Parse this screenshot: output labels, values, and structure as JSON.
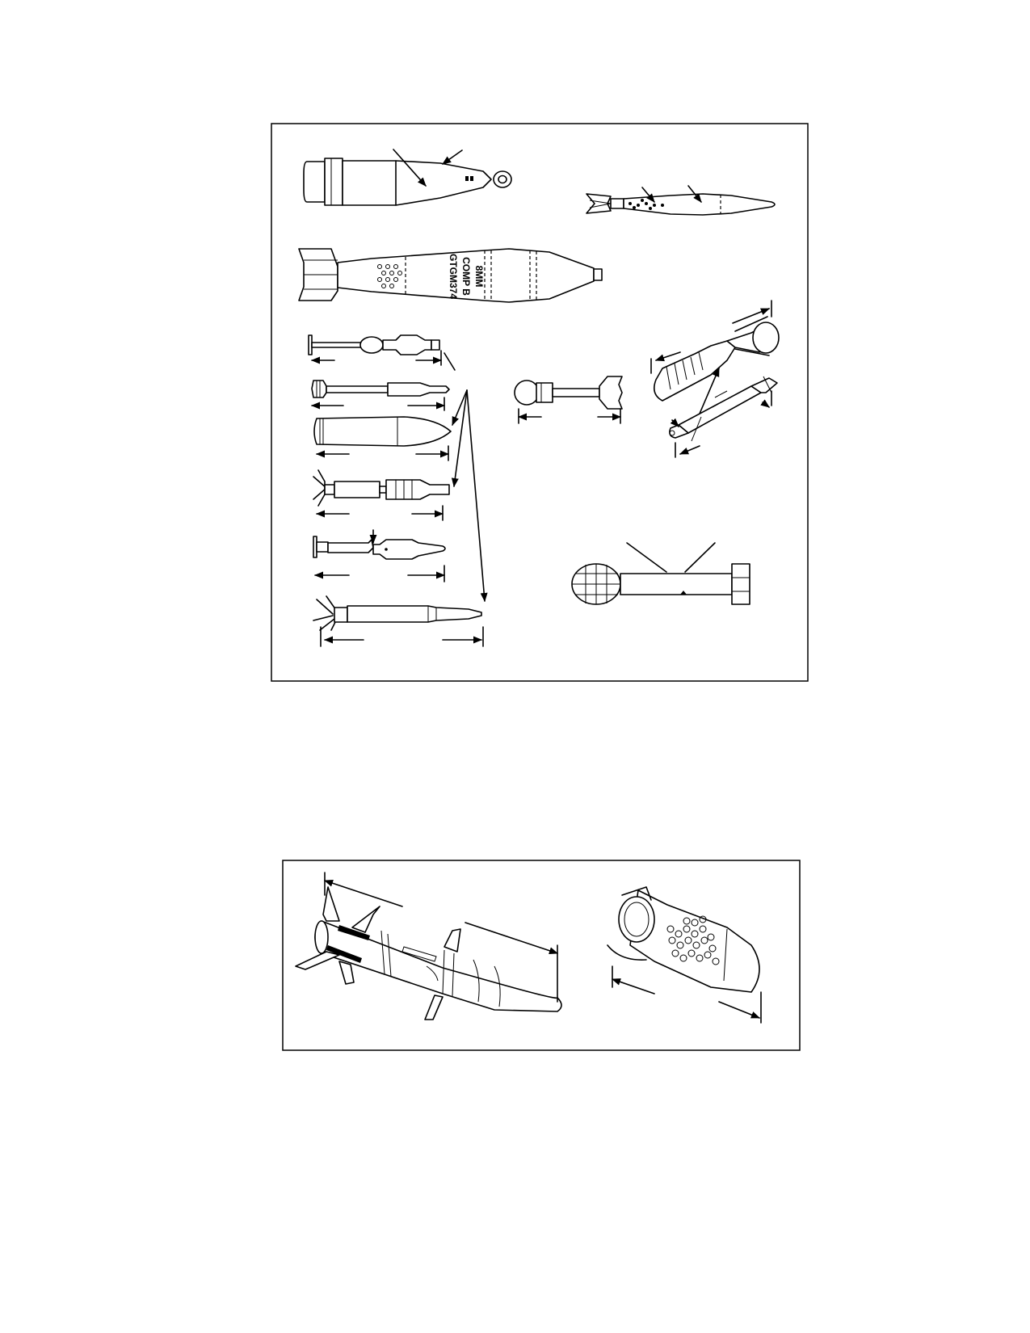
{
  "figures": [
    {
      "id": "ordnance-identification-plate-1",
      "items": [
        {
          "id": "rifle-grenade"
        },
        {
          "id": "finned-mortar-small"
        },
        {
          "id": "finned-mortar-large",
          "markings": [
            "8MM",
            "COMP B",
            "GTGM374"
          ]
        },
        {
          "id": "stick-projectile-1"
        },
        {
          "id": "stick-projectile-2"
        },
        {
          "id": "cylindrical-projectile"
        },
        {
          "id": "stick-projectile-3"
        },
        {
          "id": "stick-projectile-4"
        },
        {
          "id": "stick-projectile-5"
        },
        {
          "id": "ball-projectile"
        },
        {
          "id": "ribbed-grenade-projectile"
        },
        {
          "id": "slim-rocket-projectile"
        },
        {
          "id": "pineapple-grenade"
        }
      ]
    },
    {
      "id": "ordnance-identification-plate-2",
      "items": [
        {
          "id": "finned-guided-projectile"
        },
        {
          "id": "submunition-canister"
        }
      ]
    }
  ],
  "colors": {
    "ink": "#000000",
    "paper": "#ffffff"
  }
}
